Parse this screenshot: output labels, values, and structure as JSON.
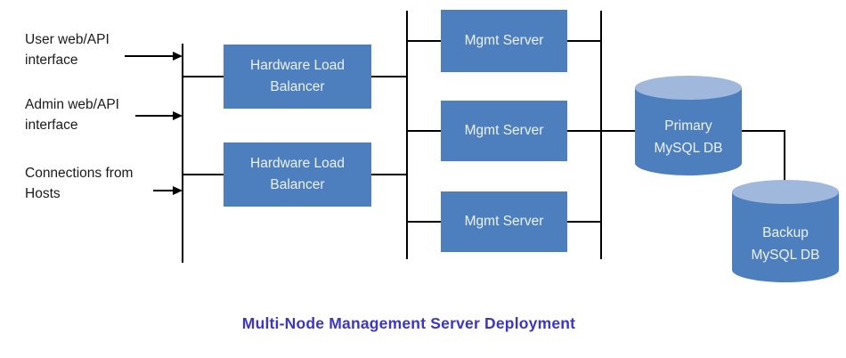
{
  "title": {
    "text": "Multi-Node Management Server Deployment",
    "color": "#3b35c9"
  },
  "inputs": [
    {
      "lines": [
        "User web/API",
        "interface"
      ]
    },
    {
      "lines": [
        "Admin web/API",
        "interface"
      ]
    },
    {
      "lines": [
        "Connections from",
        "Hosts"
      ]
    }
  ],
  "load_balancers": [
    {
      "lines": [
        "Hardware Load",
        "Balancer"
      ]
    },
    {
      "lines": [
        "Hardware Load",
        "Balancer"
      ]
    }
  ],
  "mgmt_servers": [
    {
      "label": "Mgmt Server"
    },
    {
      "label": "Mgmt Server"
    },
    {
      "label": "Mgmt Server"
    }
  ],
  "databases": [
    {
      "lines": [
        "Primary",
        "MySQL DB"
      ]
    },
    {
      "lines": [
        "Backup",
        "MySQL DB"
      ]
    }
  ],
  "colors": {
    "node_fill": "#4d7fbe",
    "node_text": "#edf2f9",
    "cylinder_top": "#9fb8dc",
    "connector": "#000000",
    "title": "#3b35c9"
  }
}
